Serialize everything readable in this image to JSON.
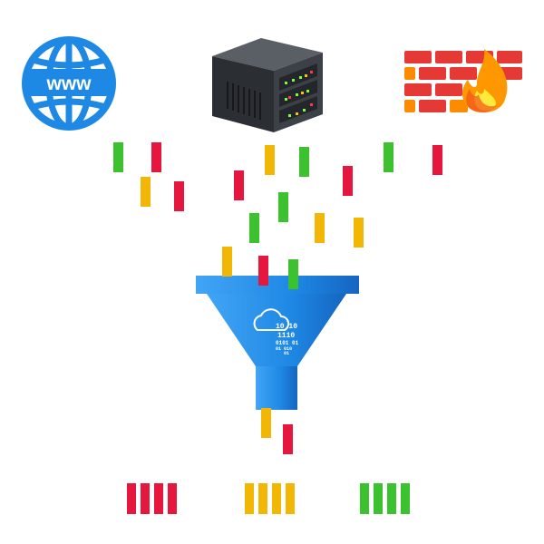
{
  "colors": {
    "red": "#e5173f",
    "yellow": "#f2b705",
    "green": "#3cc22e",
    "globe_blue": "#1e88e5",
    "funnel_blue": "#1976d2",
    "brick": "#e53935",
    "flame": "#ff9800"
  },
  "sources": {
    "web": {
      "icon": "globe-www-icon",
      "label": "www"
    },
    "server": {
      "icon": "server-rack-icon"
    },
    "firewall": {
      "icon": "firewall-icon"
    }
  },
  "funnel": {
    "icon": "cloud-icon",
    "binary_lines": [
      "10  10",
      "1110",
      "0101  01",
      "01      010",
      "01"
    ]
  },
  "streams": {
    "incoming": [
      "green",
      "red",
      "yellow",
      "red",
      "yellow",
      "red",
      "green",
      "green",
      "red",
      "red",
      "green",
      "yellow",
      "green",
      "yellow",
      "yellow",
      "red",
      "green"
    ],
    "outgoing": [
      "yellow",
      "red"
    ]
  },
  "sorted_groups": [
    {
      "color": "red",
      "count": 4
    },
    {
      "color": "yellow",
      "count": 4
    },
    {
      "color": "green",
      "count": 4
    }
  ]
}
